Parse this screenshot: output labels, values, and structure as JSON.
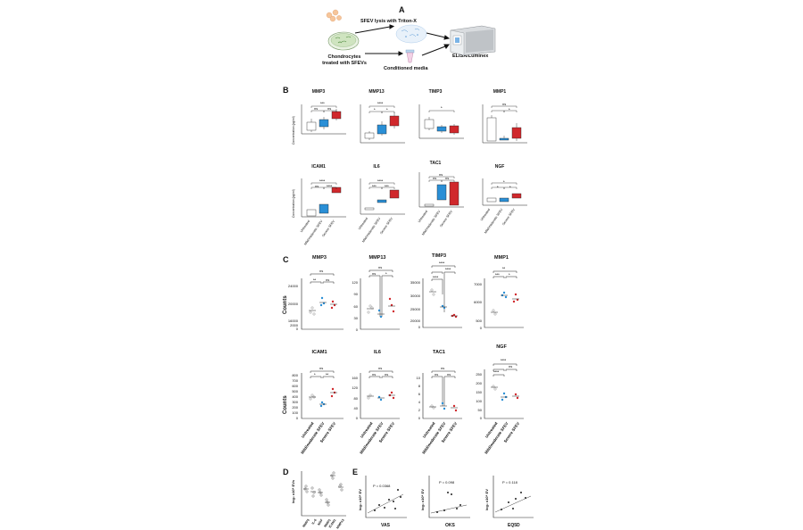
{
  "panels": {
    "a": "A",
    "b": "B",
    "c": "C",
    "d": "D",
    "e": "E"
  },
  "panelA": {
    "lysis": "SFEV lysis with Triton-X",
    "chondrocytes": "Chondrocytes",
    "treated": "treated with SFEVs",
    "conditioned": "Conditioned media",
    "elisa": "ELISA/Luminex"
  },
  "panelB": {
    "ylabel": "Concentration (pg/ml)",
    "titles": [
      "MMP3",
      "MMP13",
      "TIMP3",
      "MMP1",
      "ICAM1",
      "IL6",
      "TAC1",
      "NGF"
    ],
    "xcats": [
      "Untreated",
      "Mild/moderate SFEV",
      "Severe SFEV"
    ],
    "sig_row1": [
      "***",
      "ns",
      "ns",
      "****",
      "*",
      "*",
      "*",
      "ns",
      "*"
    ],
    "sig_row2": [
      "****",
      "ns",
      "****",
      "****",
      "***",
      "***",
      "ns",
      "ns",
      "ns",
      "*",
      "*",
      "*"
    ]
  },
  "panelC": {
    "ylabel": "Counts",
    "titles": [
      "MMP3",
      "MMP13",
      "TIMP3",
      "MMP1",
      "ICAM1",
      "IL6",
      "TAC1",
      "NGF"
    ],
    "xcats": [
      "Untreated",
      "Mild/moderate SFEV",
      "Severe SFEV"
    ],
    "ticks_mmp3": [
      "24000",
      "20000",
      "16000",
      "2000",
      "0"
    ],
    "ticks_mmp13": [
      "120",
      "90",
      "60",
      "30",
      "0"
    ],
    "ticks_timp3": [
      "35000",
      "30000",
      "25000",
      "20000",
      "0"
    ],
    "ticks_mmp1": [
      "7000",
      "6000",
      "500",
      "0"
    ],
    "ticks_icam1": [
      "800",
      "700",
      "600",
      "500",
      "400",
      "300",
      "200",
      "100",
      "0"
    ],
    "ticks_il6": [
      "160",
      "120",
      "80",
      "40",
      "0"
    ],
    "ticks_tac1": [
      "10",
      "8",
      "6",
      "4",
      "2",
      "0"
    ],
    "ticks_ngf": [
      "250",
      "200",
      "150",
      "100",
      "50",
      "0"
    ],
    "sig": {
      "mmp3": [
        "ns",
        "**",
        "ns"
      ],
      "mmp13": [
        "ns",
        "ns",
        "*"
      ],
      "timp3": [
        "****",
        "****",
        "****"
      ],
      "mmp1": [
        "**",
        "***",
        "*"
      ],
      "icam1": [
        "ns",
        "*",
        "**"
      ],
      "il6": [
        "ns",
        "ns",
        "ns"
      ],
      "tac1": [
        "ns",
        "ns",
        "ns"
      ],
      "ngf": [
        "****",
        "ns",
        "****"
      ]
    }
  },
  "panelD": {
    "ylabel": "log₂ x10⁸ EVs",
    "xcats": [
      "MMP3",
      "IL-6",
      "NGF",
      "MMP1",
      "ICAM1",
      "MMP13"
    ]
  },
  "panelE": {
    "ylabel": "log₂ x10⁸ EV",
    "plots": [
      {
        "p": "P = 0.0368",
        "xlabel": "VAS"
      },
      {
        "p": "P = 0.098",
        "xlabel": "OKS"
      },
      {
        "p": "P = 0.118",
        "xlabel": "EQ5D"
      }
    ]
  },
  "colors": {
    "untreated": "#ffffff",
    "mild": "#2a8fd6",
    "severe": "#d0282c"
  }
}
